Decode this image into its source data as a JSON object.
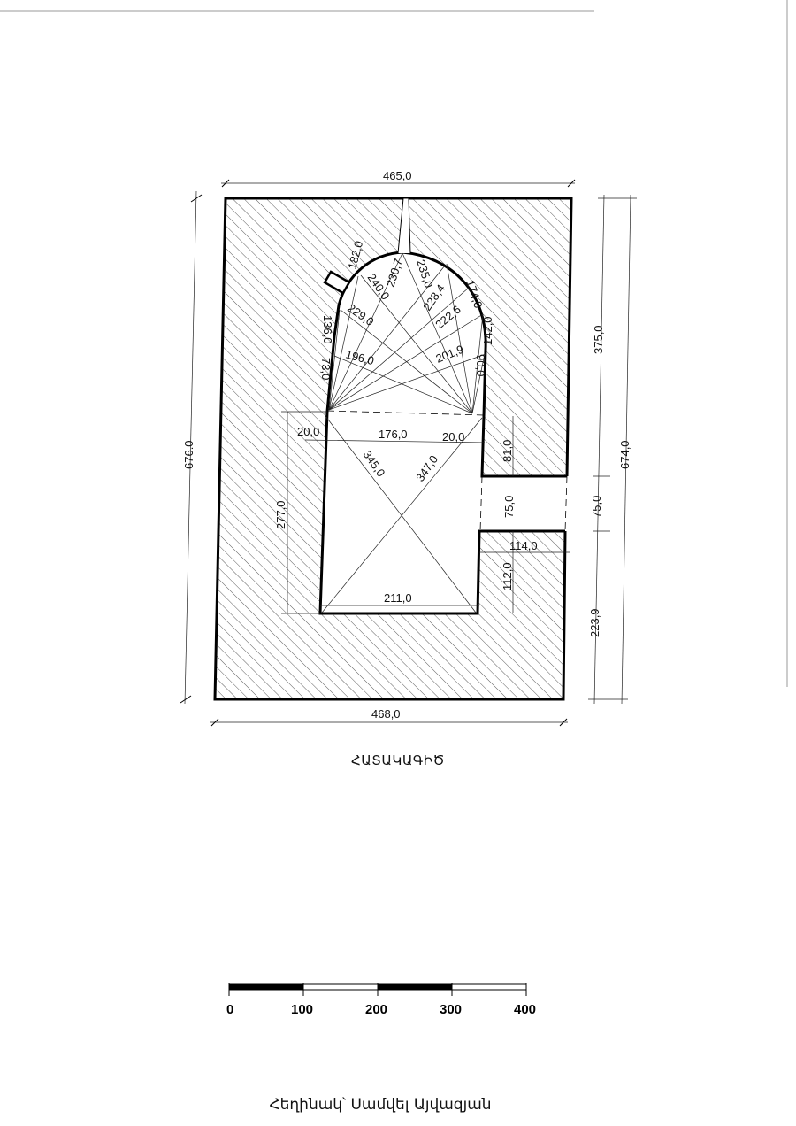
{
  "drawing": {
    "title": "ՀԱՏԱԿԱԳԻԾ",
    "author": "Հեղինակ՝ Սամվել Այվազյան",
    "colors": {
      "line": "#000000",
      "paper": "#ffffff"
    },
    "dimensions": {
      "top_width": "465,0",
      "bottom_width": "468,0",
      "left_height": "676.0",
      "right_total": "674,0",
      "right_upper": "375,0",
      "right_door": "75,0",
      "right_lower": "223,9",
      "nave_inner_width": "176,0",
      "pilaster_left": "20,0",
      "pilaster_right": "20,0",
      "nave_bottom_width": "211,0",
      "nave_height": "277,0",
      "diag_left": "345,0",
      "diag_right": "347,0",
      "wall_upper_right": "81,0",
      "door_inner": "75,0",
      "wall_lower_right": "112,0",
      "wall_thickness_right": "114,0",
      "apse": [
        "182,0",
        "240,0",
        "230,7",
        "235,0",
        "228,4",
        "174,0",
        "229,0",
        "222,6",
        "142,0",
        "136,0",
        "196,0",
        "201,9",
        "73,0",
        "90,0"
      ]
    },
    "scale_bar": {
      "labels": [
        "0",
        "100",
        "200",
        "300",
        "400"
      ]
    }
  }
}
